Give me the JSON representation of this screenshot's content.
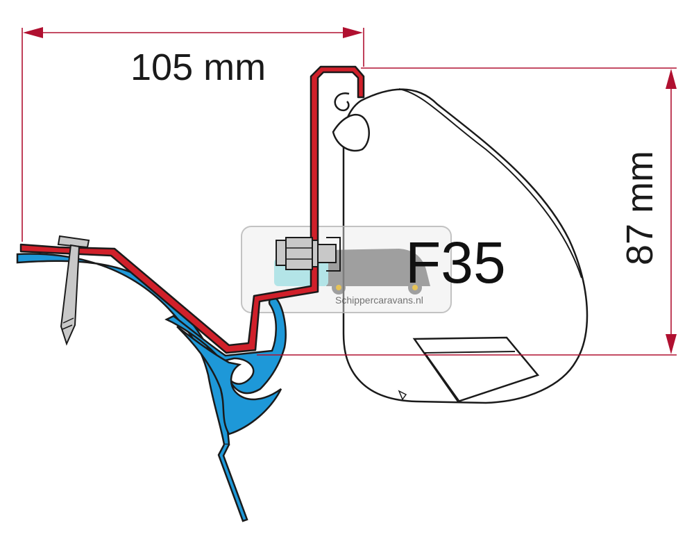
{
  "dimensions": {
    "width_label": "105 mm",
    "height_label": "87 mm"
  },
  "model": {
    "name": "F35"
  },
  "watermark": {
    "site": "Schippercaravans.nl"
  },
  "colors": {
    "dimension_line": "#b01030",
    "rail": "#d0202a",
    "gutter": "#1e98d8",
    "outline": "#1a1a1a",
    "screw": "#c8c8c8"
  }
}
